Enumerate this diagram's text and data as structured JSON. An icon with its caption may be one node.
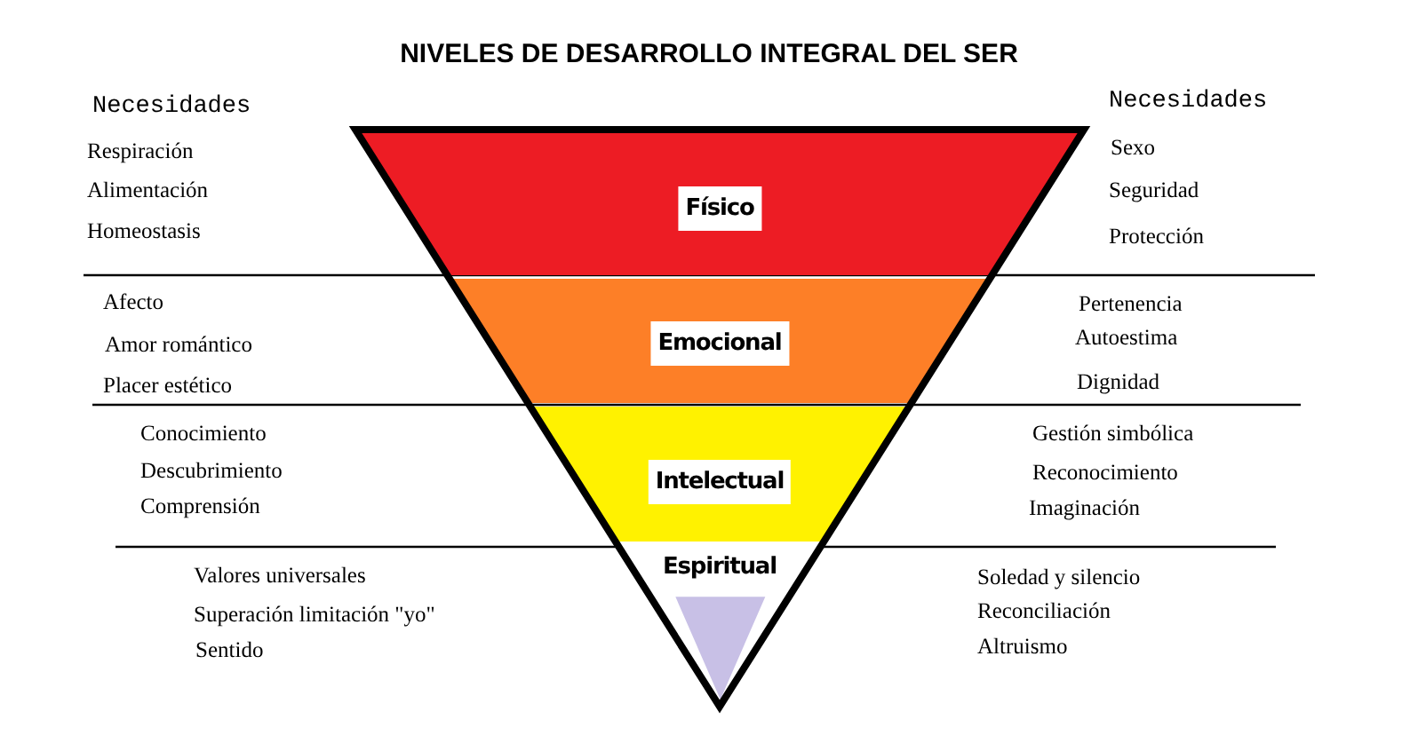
{
  "diagram": {
    "title": "NIVELES DE DESARROLLO INTEGRAL DEL SER",
    "nodes": [
      {
        "text": [
          "Físico"
        ]
      },
      {
        "text": [
          "Emocional"
        ]
      },
      {
        "text": [
          "Intelectual"
        ]
      },
      {
        "text": [
          "Espiritual"
        ]
      }
    ],
    "labels": [
      "Necesidades",
      "Respiración",
      "Alimentación",
      "Homeostasis",
      "Necesidades",
      "Sexo",
      "Seguridad",
      "Protección",
      "Afecto",
      "Amor romántico",
      "Placer estético",
      "Pertenencia",
      "Autoestima",
      "Dignidad",
      "Conocimiento",
      "Descubrimiento",
      "Comprensión",
      "Gestión simbólica",
      "Reconocimiento",
      "Imaginación",
      "Valores universales",
      "Superación limitación \"yo\"",
      "Sentido",
      "Soledad y silencio",
      "Reconciliación",
      "Altruismo"
    ]
  }
}
